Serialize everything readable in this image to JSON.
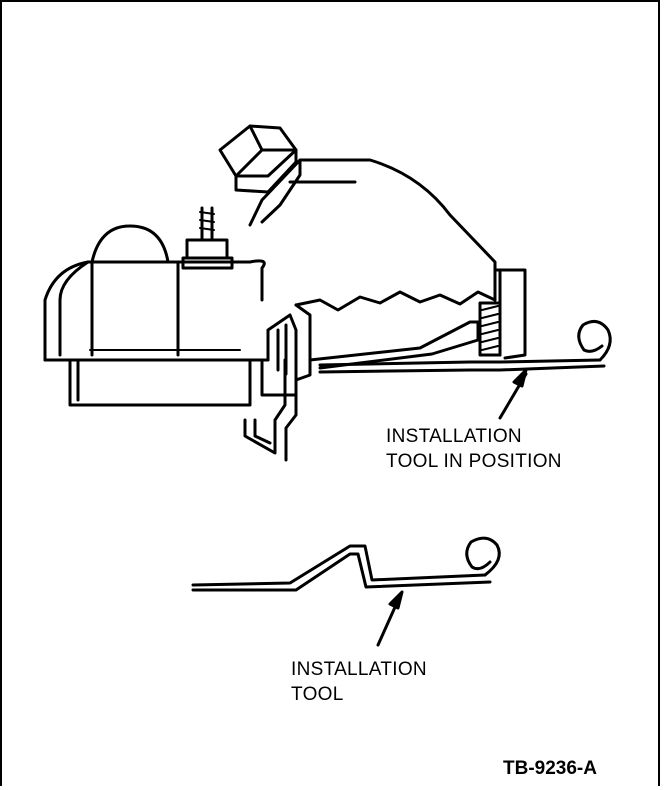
{
  "labels": {
    "tool_in_position_line1": "INSTALLATION",
    "tool_in_position_line2": "TOOL IN POSITION",
    "tool_line1": "INSTALLATION",
    "tool_line2": "TOOL"
  },
  "figure_id": "TB-9236-A"
}
